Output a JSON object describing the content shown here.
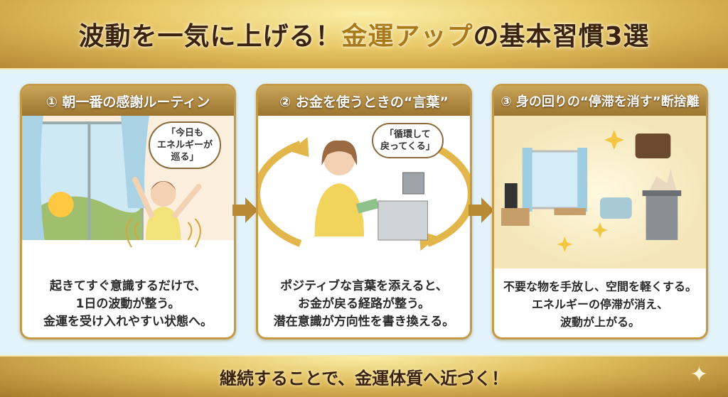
{
  "header": {
    "title_part1": "波動を一気に上げる！",
    "title_part2": "金運アップ",
    "title_part3": "の基本習慣3選"
  },
  "cards": [
    {
      "title": "① 朝一番の感謝ルーティン",
      "bubble": [
        "「今日も",
        "エネルギーが",
        "巡る」"
      ],
      "lines": [
        "起きてすぐ意識するだけで、",
        "1日の波動が整う。",
        "金運を受け入れやすい状態へ。"
      ]
    },
    {
      "title": "② お金を使うときの“言葉”",
      "bubble": [
        "「循環して",
        "戻ってくる」"
      ],
      "lines": [
        "ポジティブな言葉を添えると、",
        "お金が戻る経路が整う。",
        "潜在意識が方向性を書き換える。"
      ]
    },
    {
      "title": "③ 身の回りの“停滞を消す”断捨離",
      "lines": [
        "不要な物を手放し、空間を軽くする。",
        "エネルギーの停滞が消え、",
        "波動が上がる。"
      ]
    }
  ],
  "footer": {
    "text": "継続することで、金運体質へ近づく！"
  },
  "colors": {
    "gold": "#c49a47",
    "dark_brown": "#3b2310",
    "sky": "#e3f3fa"
  }
}
